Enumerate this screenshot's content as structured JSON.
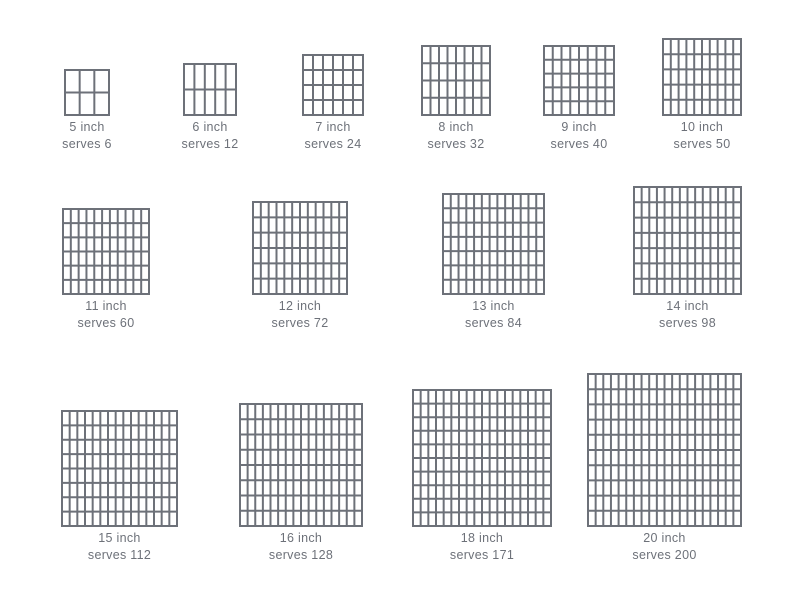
{
  "colors": {
    "grid": "#6d7179",
    "text": "#6d7179",
    "background": "#ffffff"
  },
  "cakes": [
    {
      "size_label": "5 inch",
      "serves_label": "serves 6",
      "columns": 3,
      "rows": 2,
      "serves": 6
    },
    {
      "size_label": "6 inch",
      "serves_label": "serves 12",
      "columns": 5,
      "rows": 2,
      "serves": 12
    },
    {
      "size_label": "7 inch",
      "serves_label": "serves 24",
      "columns": 6,
      "rows": 4,
      "serves": 24
    },
    {
      "size_label": "8 inch",
      "serves_label": "serves 32",
      "columns": 8,
      "rows": 4,
      "serves": 32
    },
    {
      "size_label": "9 inch",
      "serves_label": "serves 40",
      "columns": 8,
      "rows": 5,
      "serves": 40
    },
    {
      "size_label": "10 inch",
      "serves_label": "serves 50",
      "columns": 10,
      "rows": 5,
      "serves": 50
    },
    {
      "size_label": "11 inch",
      "serves_label": "serves 60",
      "columns": 11,
      "rows": 6,
      "serves": 60
    },
    {
      "size_label": "12 inch",
      "serves_label": "serves 72",
      "columns": 12,
      "rows": 6,
      "serves": 72
    },
    {
      "size_label": "13 inch",
      "serves_label": "serves 84",
      "columns": 13,
      "rows": 7,
      "serves": 84
    },
    {
      "size_label": "14 inch",
      "serves_label": "serves 98",
      "columns": 14,
      "rows": 7,
      "serves": 98
    },
    {
      "size_label": "15 inch",
      "serves_label": "serves 112",
      "columns": 15,
      "rows": 8,
      "serves": 112
    },
    {
      "size_label": "16 inch",
      "serves_label": "serves 128",
      "columns": 16,
      "rows": 8,
      "serves": 128
    },
    {
      "size_label": "18 inch",
      "serves_label": "serves 171",
      "columns": 18,
      "rows": 10,
      "serves": 171
    },
    {
      "size_label": "20 inch",
      "serves_label": "serves 200",
      "columns": 20,
      "rows": 10,
      "serves": 200
    }
  ]
}
